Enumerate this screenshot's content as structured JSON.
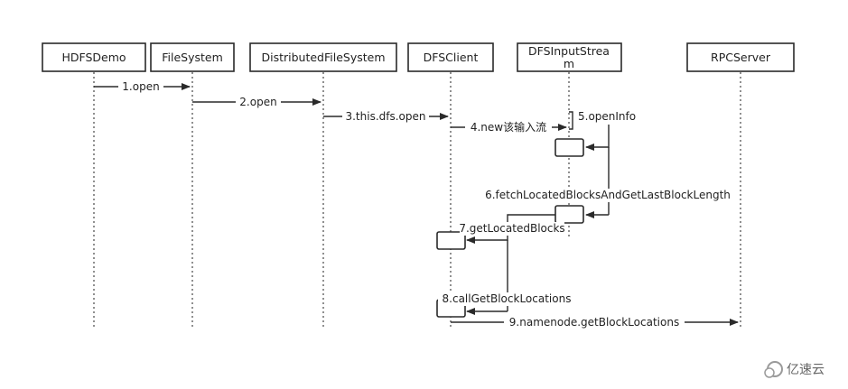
{
  "participants": [
    {
      "name": "HDFSDemo"
    },
    {
      "name": "FileSystem"
    },
    {
      "name": "DistributedFileSystem"
    },
    {
      "name": "DFSClient"
    },
    {
      "name_line1": "DFSInputStrea",
      "name_line2": "m"
    },
    {
      "name": "RPCServer"
    }
  ],
  "messages": {
    "m1": "1.open",
    "m2": "2.open",
    "m3": "3.this.dfs.open",
    "m4": "4.new该输入流",
    "m5": "5.openInfo",
    "m6": "6.fetchLocatedBlocksAndGetLastBlockLength",
    "m7": "7.getLocatedBlocks",
    "m8": "8.callGetBlockLocations",
    "m9": "9.namenode.getBlockLocations"
  },
  "watermark": {
    "text": "亿速云"
  },
  "colors": {
    "line": "#2a2a2a",
    "lifeline": "#555555",
    "text": "#222222"
  }
}
